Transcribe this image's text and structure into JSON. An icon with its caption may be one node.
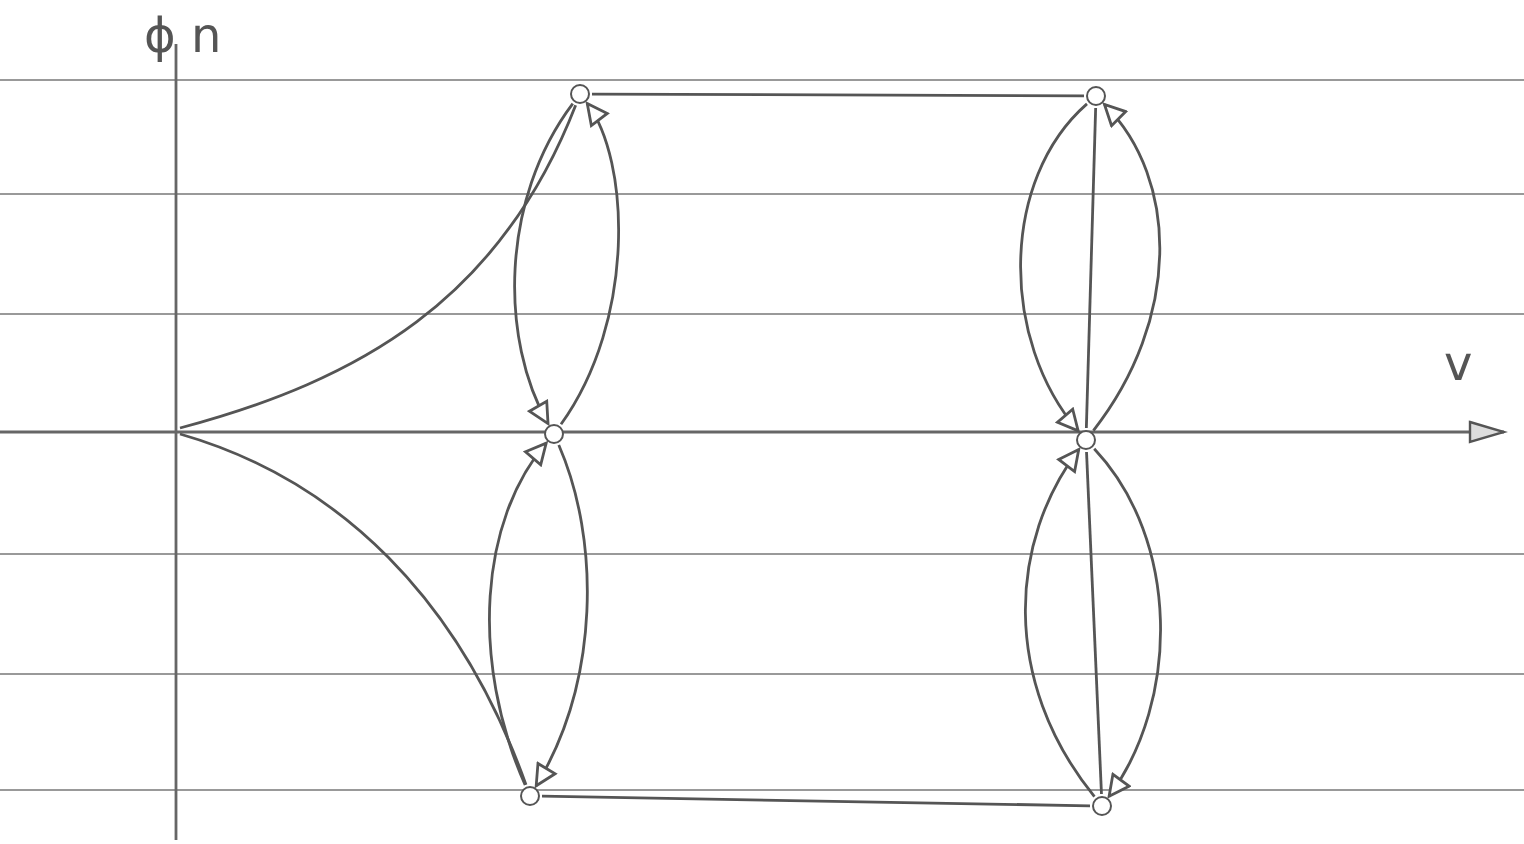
{
  "diagram": {
    "nodes": [
      {
        "text": [],
        "shape": "circle"
      },
      {
        "text": [],
        "shape": "circle"
      },
      {
        "text": [],
        "shape": "circle"
      },
      {
        "text": [],
        "shape": "circle"
      },
      {
        "text": [],
        "shape": "circle"
      },
      {
        "text": [],
        "shape": "circle"
      }
    ],
    "edges": [
      {
        "from": null,
        "to": 0,
        "arrow": "none"
      },
      {
        "from": null,
        "to": 2,
        "arrow": "none"
      },
      {
        "from": 0,
        "to": 3,
        "arrow": "none"
      },
      {
        "from": 2,
        "to": 5,
        "arrow": "none"
      },
      {
        "from": 1,
        "to": 0,
        "arrow": "to"
      },
      {
        "from": 0,
        "to": 1,
        "arrow": "to"
      },
      {
        "from": 2,
        "to": 1,
        "arrow": "to"
      },
      {
        "from": 1,
        "to": 2,
        "arrow": "to"
      },
      {
        "from": 3,
        "to": 4,
        "arrow": "none"
      },
      {
        "from": 4,
        "to": 3,
        "arrow": "to"
      },
      {
        "from": 3,
        "to": 4,
        "arrow": "to"
      },
      {
        "from": 4,
        "to": 5,
        "arrow": "none"
      },
      {
        "from": 5,
        "to": 4,
        "arrow": "to"
      },
      {
        "from": 4,
        "to": 5,
        "arrow": "to"
      }
    ],
    "labels": [
      "ϕ n",
      "v"
    ]
  }
}
